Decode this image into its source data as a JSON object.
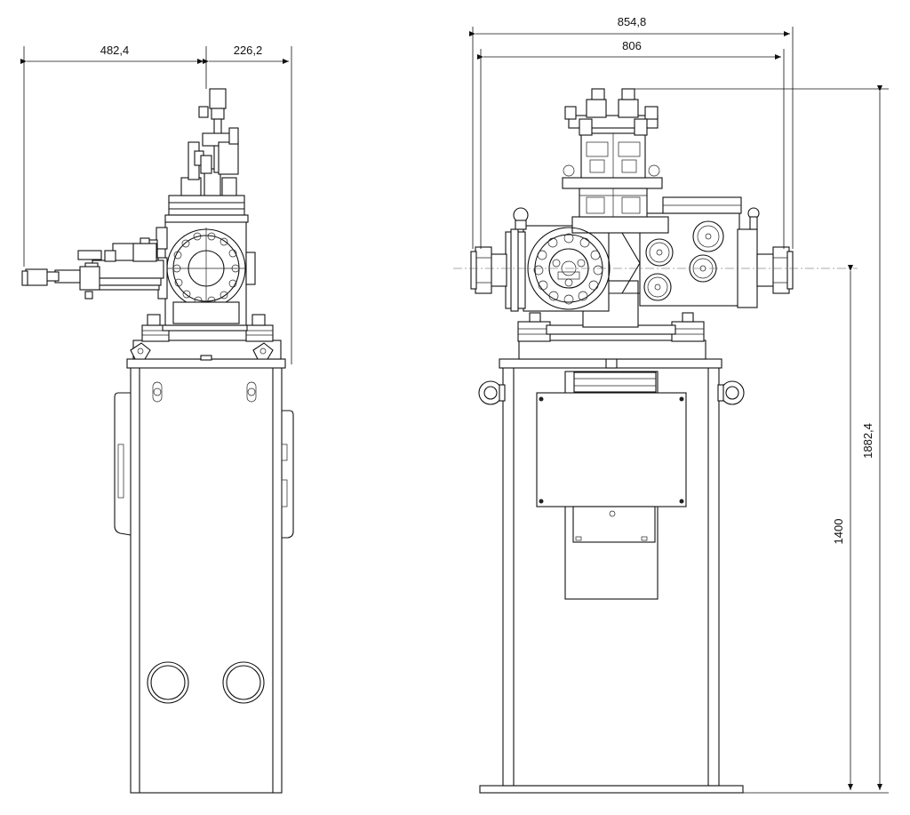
{
  "dimensions": {
    "side_width_left": "482,4",
    "side_width_right": "226,2",
    "front_overall_width": "854,8",
    "front_flange_width": "806",
    "overall_height": "1882,4",
    "centerline_height": "1400"
  }
}
